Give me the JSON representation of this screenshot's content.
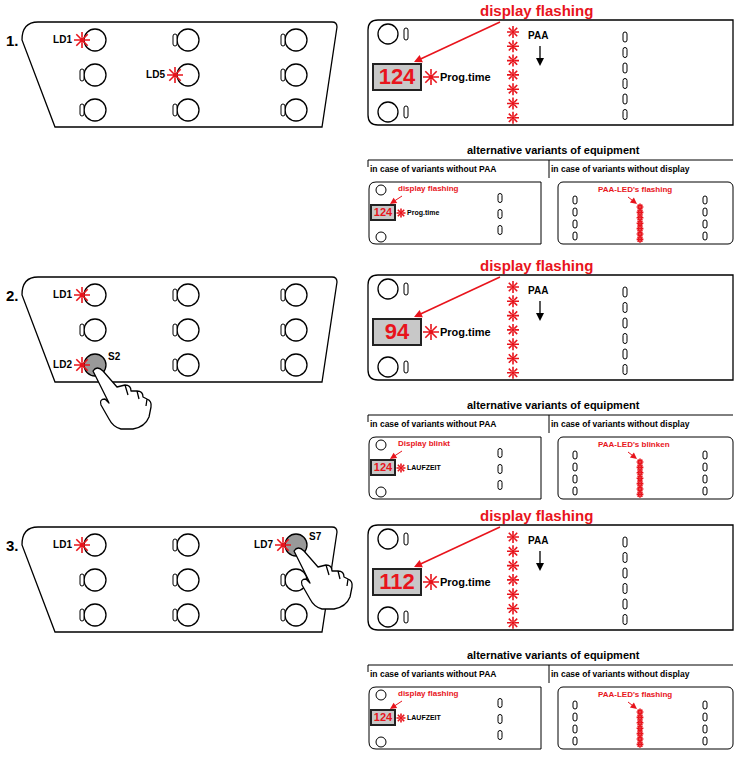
{
  "diagram": {
    "nodes": [
      {
        "text": [
          "LD1",
          "LD5"
        ]
      },
      {
        "text": [
          "PAA",
          "Prog.time"
        ]
      },
      {
        "text": [
          "124"
        ],
        "in": 1
      },
      {
        "text": [
          "Prog.time"
        ]
      },
      {
        "text": [
          "124"
        ],
        "in": 3
      },
      {
        "text": [
          "PAA-LED's flashing"
        ]
      },
      {
        "text": [
          "LD1",
          "LD2",
          "S2"
        ]
      },
      {
        "text": [
          "PAA",
          "Prog.time"
        ]
      },
      {
        "text": [
          "94"
        ],
        "in": 7
      },
      {
        "text": [
          "LAUFZEIT"
        ]
      },
      {
        "text": [
          "124"
        ],
        "in": 9
      },
      {
        "text": [
          "PAA-LED's blinken"
        ]
      },
      {
        "text": [
          "LD1",
          "LD7",
          "S7"
        ]
      },
      {
        "text": [
          "PAA",
          "Prog.time"
        ]
      },
      {
        "text": [
          "112"
        ],
        "in": 13
      },
      {
        "text": [
          "LAUFZEIT"
        ]
      },
      {
        "text": [
          "124"
        ],
        "in": 15
      },
      {
        "text": [
          "PAA-LED's flashing"
        ]
      }
    ],
    "labels": [
      "1.",
      "display flashing",
      "alternative variants of equipment",
      "in case of variants without PAA",
      "in case of variants without display",
      "display flashing",
      "2.",
      "display flashing",
      "alternative variants of equipment",
      "in case of variants without PAA",
      "in case of variants without display",
      "Display blinkt",
      "3.",
      "display flashing",
      "alternative variants of equipment",
      "in case of variants without PAA",
      "in case of variants without display",
      "display flashing"
    ]
  }
}
